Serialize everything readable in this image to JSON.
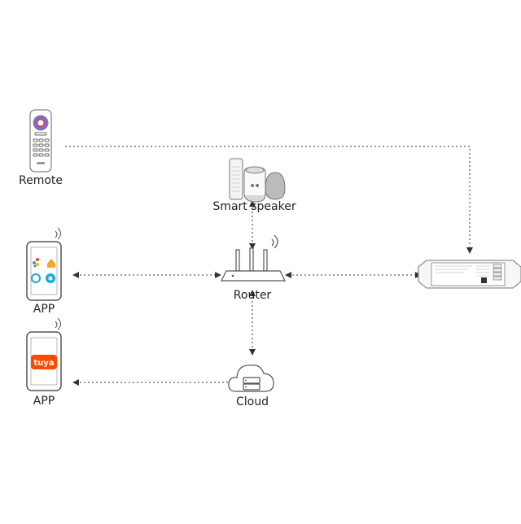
{
  "labels": {
    "remote": "Remote",
    "smart_speaker": "Smart speaker",
    "router": "Router",
    "app_top": "APP",
    "app_bottom": "APP",
    "cloud": "Cloud",
    "tuya_logo": "tuya"
  },
  "icons": {
    "remote": "remote-control-icon",
    "speaker": "smart-speaker-icon",
    "phone_assistants": "smartphone-voice-assistants-icon",
    "phone_tuya": "smartphone-tuya-icon",
    "router": "wifi-router-icon",
    "cloud": "cloud-server-icon",
    "controller": "led-controller-icon"
  },
  "colors": {
    "line": "#333333",
    "tuya": "#ff4800",
    "device_outline": "#555555"
  }
}
